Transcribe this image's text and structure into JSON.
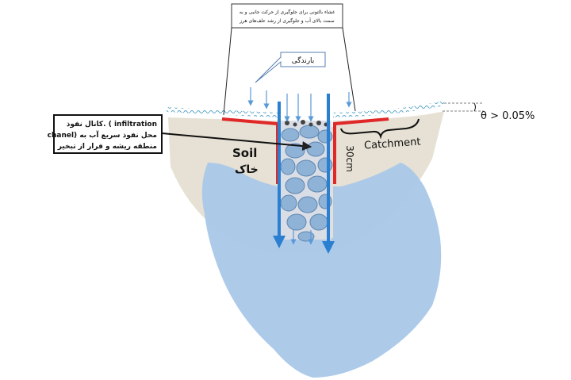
{
  "labels": {
    "top_note_line1": "غشاء بالتونی برای جلوگیری از حرکت جانبی و به",
    "top_note_line2": "سمت بالای آب و جلوگیری از رشد علف‌های هرز",
    "rain": "بارندگی",
    "channel_line1": "کانال نفوذ. ( infiltration",
    "channel_line2": "chanel) محل نفوذ سریع آب به",
    "channel_line3": "منطقه ریشه و فرار از تبخیر",
    "soil_en": "Soil",
    "soil_fa": "خاک",
    "depth": "30cm",
    "catchment": "Catchment",
    "slope": "θ > 0.05%"
  },
  "colors": {
    "soil": "#e6e1d4",
    "water_zone": "#a9c8e8",
    "membrane": "#e02828",
    "flow_arrow": "#2a7fd0",
    "gravel": "#8fb3d6",
    "gravel_outline": "#5f86b0"
  }
}
